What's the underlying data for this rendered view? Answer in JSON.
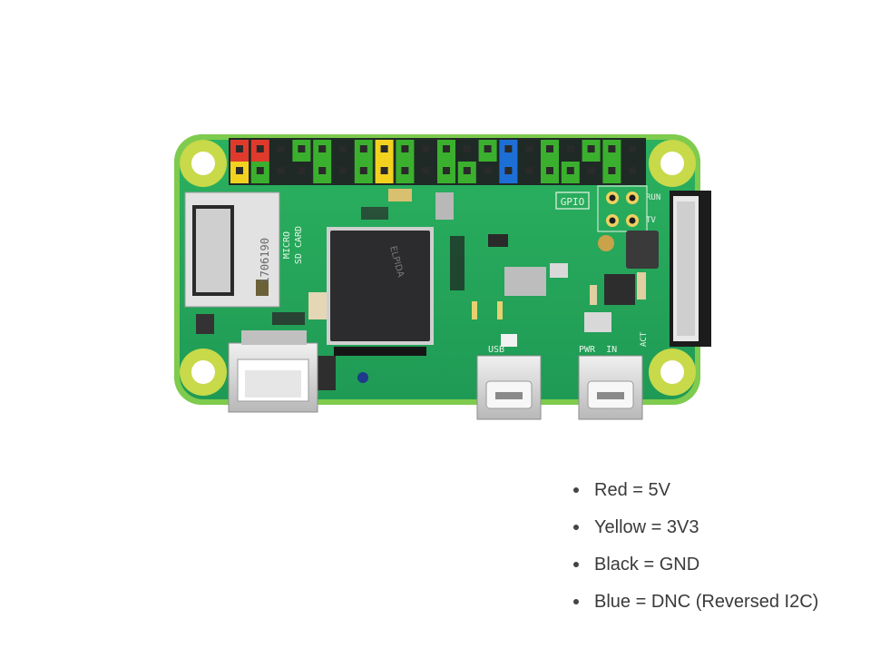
{
  "board": {
    "silkscreen": {
      "gpio": "GPIO",
      "run": "RUN",
      "tv": "TV",
      "usb": "USB",
      "pwr_in": "PWR  IN",
      "act": "ACT",
      "micro": "MICRO",
      "sd_card": "SD CARD",
      "sd_code": "1706190",
      "chip_brand": "ELPIDA"
    },
    "colors": {
      "pcb": "#23a35a",
      "pcb_edge": "#7ecb4e",
      "header_black": "#1f2a26",
      "header_green": "#3bb02e",
      "pin_red": "#e03a2c",
      "pin_yellow": "#f2d21f",
      "pin_blue": "#1d6fd6",
      "metal": "#d9d9d9",
      "chip": "#2c2c2e"
    },
    "header_top": [
      "red",
      "red",
      "black",
      "green",
      "green",
      "black",
      "green",
      "yellow",
      "green",
      "black",
      "green",
      "black",
      "green",
      "blue",
      "black",
      "green",
      "black",
      "green",
      "green",
      "black"
    ],
    "header_bottom": [
      "yellow",
      "green",
      "black",
      "black",
      "green",
      "black",
      "green",
      "yellow",
      "green",
      "black",
      "green",
      "green",
      "black",
      "blue",
      "black",
      "green",
      "green",
      "black",
      "green",
      "black"
    ]
  },
  "legend": [
    {
      "text": "Red = 5V"
    },
    {
      "text": "Yellow = 3V3"
    },
    {
      "text": "Black = GND"
    },
    {
      "text": "Blue = DNC (Reversed I2C)"
    }
  ]
}
